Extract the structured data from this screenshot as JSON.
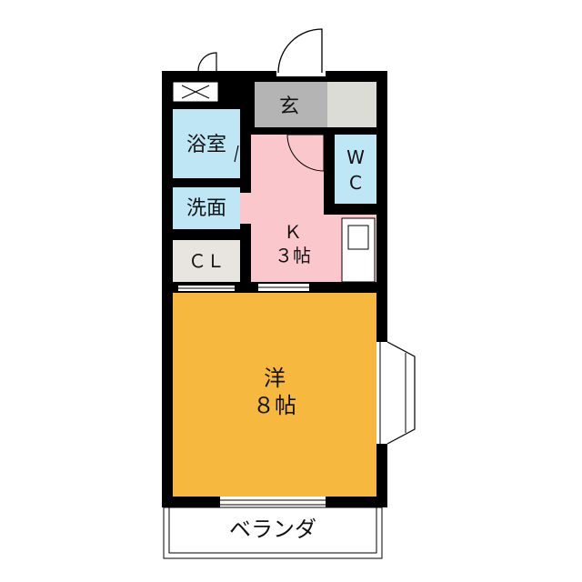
{
  "rooms": {
    "entrance": {
      "label": "玄",
      "color": "#b4b4b4"
    },
    "bath": {
      "label": "浴室",
      "color": "#bfe6f5"
    },
    "wc": {
      "label_line1": "W",
      "label_line2": "C",
      "color": "#bfe6f5"
    },
    "washroom": {
      "label": "洗面",
      "color": "#bfe6f5"
    },
    "closet": {
      "label": "ＣＬ",
      "color": "#e8e5e0"
    },
    "kitchen": {
      "label_line1": "Ｋ",
      "label_line2": "３帖",
      "color": "#fac8cc"
    },
    "western": {
      "label_line1": "洋",
      "label_line2": "８帖",
      "color": "#f6b83e"
    },
    "veranda": {
      "label": "ベランダ"
    }
  },
  "colors": {
    "wall": "#000000",
    "storage": "#dcdcd6"
  }
}
